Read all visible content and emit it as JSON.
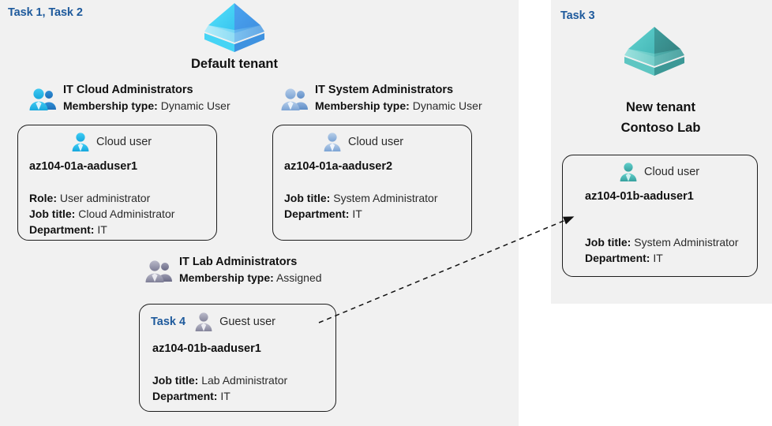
{
  "panels": {
    "left": {
      "task_label": "Task 1, Task 2"
    },
    "right": {
      "task_label": "Task 3"
    }
  },
  "tenants": [
    {
      "icon": "azure-tenant-pyramid-icon",
      "color": "#3fc6f0",
      "title": "Default tenant",
      "title_line2": ""
    },
    {
      "icon": "azure-tenant-pyramid-icon",
      "color": "#45b8b8",
      "title": "New  tenant",
      "title_line2": "Contoso Lab"
    }
  ],
  "groups": [
    {
      "icon": "group-users-icon",
      "name": "IT Cloud Administrators",
      "membership_label": "Membership type:",
      "membership_value": "Dynamic User"
    },
    {
      "icon": "group-users-icon",
      "name": "IT System Administrators",
      "membership_label": "Membership type:",
      "membership_value": "Dynamic User"
    },
    {
      "icon": "group-users-icon",
      "name": "IT Lab Administrators",
      "membership_label": "Membership type:",
      "membership_value": "Assigned"
    }
  ],
  "cards": [
    {
      "task": "",
      "user_icon": "cloud-user-icon",
      "user_type": "Cloud user",
      "upn": "az104-01a-aaduser1",
      "props": [
        {
          "label": "Role:",
          "value": "User administrator"
        },
        {
          "label": "Job title:",
          "value": "Cloud Administrator"
        },
        {
          "label": "Department:",
          "value": "IT"
        }
      ]
    },
    {
      "task": "",
      "user_icon": "cloud-user-icon",
      "user_type": "Cloud user",
      "upn": "az104-01a-aaduser2",
      "props": [
        {
          "label": "Job title:",
          "value": "System Administrator"
        },
        {
          "label": "Department:",
          "value": "IT"
        }
      ]
    },
    {
      "task": "Task 4",
      "user_icon": "guest-user-icon",
      "user_type": "Guest user",
      "upn": "az104-01b-aaduser1",
      "props": [
        {
          "label": "Job title:",
          "value": "Lab Administrator"
        },
        {
          "label": "Department:",
          "value": "IT"
        }
      ]
    },
    {
      "task": "",
      "user_icon": "cloud-user-icon",
      "user_type": "Cloud user",
      "upn": "az104-01b-aaduser1",
      "props": [
        {
          "label": "Job title:",
          "value": "System Administrator"
        },
        {
          "label": "Department:",
          "value": "IT"
        }
      ]
    }
  ],
  "connector": {
    "name": "invite-guest-dashed-arrow",
    "style": "dashed-arrow"
  },
  "colors": {
    "task_label": "#1e5a9c",
    "panel_bg": "#f1f1f1",
    "card_border": "#1d1d1d",
    "tenant_blue": "#3fc6f0",
    "tenant_teal": "#45b8b8"
  }
}
